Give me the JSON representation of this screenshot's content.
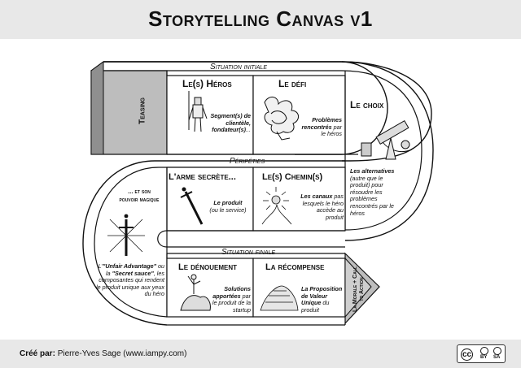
{
  "title": "Storytelling Canvas v1",
  "bands": {
    "situation_initiale": "Situation initiale",
    "peripeties": "Péripéties",
    "situation_finale": "Situation finale"
  },
  "teasing": "Teasing",
  "heros": {
    "title": "Le(s) Héros",
    "text_bold": "Segment(s) de clientèle, fondateur(s)",
    "text_tail": "..."
  },
  "defi": {
    "title": "Le défi",
    "text_bold": "Problèmes rencontrés",
    "text_tail": "par le héros"
  },
  "choix": {
    "title": "Le choix",
    "text_bold": "Les alternatives",
    "text_tail": "(autre que le produit) pour résoudre les problèmes rencontrés par le héros"
  },
  "pouvoir": {
    "title_1": "... et son",
    "title_2": "pouvoir magique",
    "text": "L'",
    "text_b1": "\"Unfair Advantage\"",
    "text_mid": "ou la",
    "text_b2": "\"Secret sauce\"",
    "text_tail": ", les composantes qui rendent le produit unique aux yeux du héro"
  },
  "arme": {
    "title": "L'arme secrète...",
    "text_bold": "Le produit",
    "text_tail": "(ou le service)"
  },
  "chemins": {
    "title": "Le(s) Chemin(s)",
    "text_bold": "Les canaux",
    "text_tail": "pas lesquels le héro accède au produit"
  },
  "denouement": {
    "title": "Le dénouement",
    "text_bold": "Solutions apportées",
    "text_tail": "par le produit de la startup"
  },
  "recompense": {
    "title": "La récompense",
    "text_bold": "La Proposition de Valeur Unique",
    "text_tail": "du produit"
  },
  "morale": "La Morale + Call to Action",
  "footer": {
    "label": "Créé par:",
    "author": "Pierre-Yves Sage (www.iampy.com)"
  },
  "license": {
    "cc": "cc",
    "by": "BY",
    "sa": "SA"
  }
}
